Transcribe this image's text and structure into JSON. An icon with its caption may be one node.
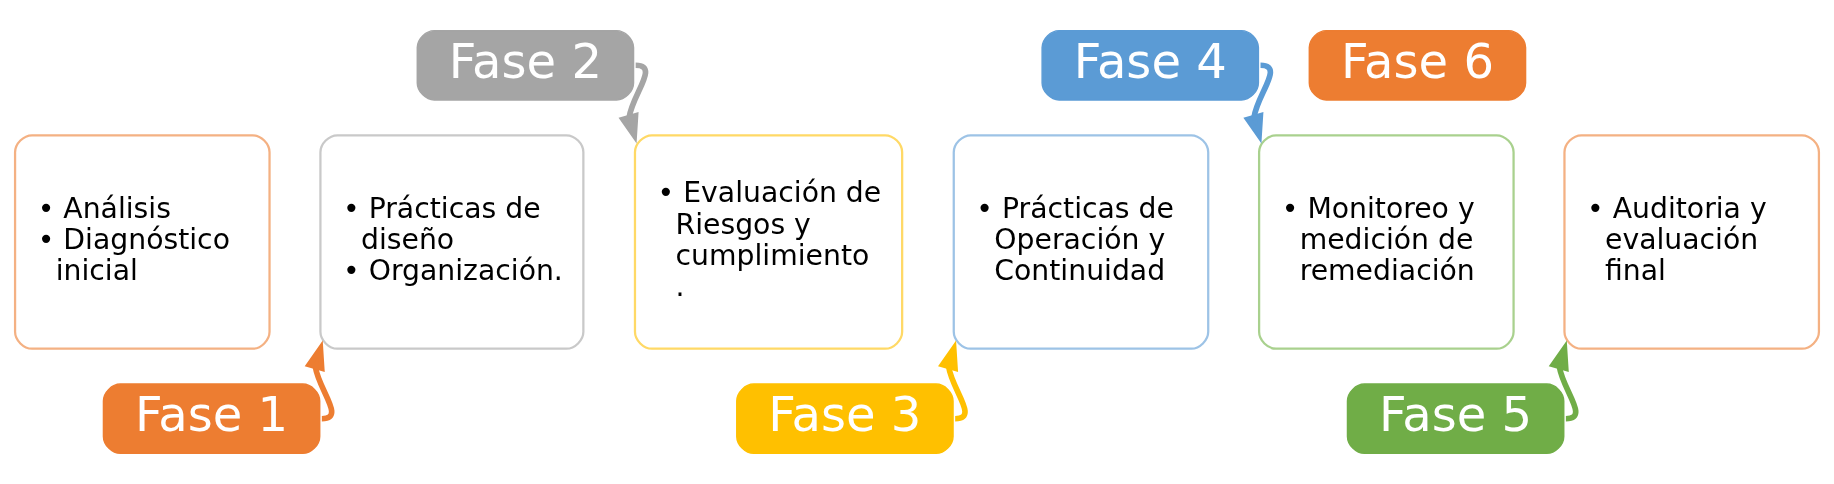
{
  "diagram": {
    "nodes": [
      {
        "text": [
          "• Análisis",
          "• Diagnóstico inicial"
        ]
      },
      {
        "text": [
          "Fase 1"
        ]
      },
      {
        "text": [
          "Fase 2"
        ]
      },
      {
        "text": [
          "• Prácticas de diseño",
          "• Organización."
        ]
      },
      {
        "text": [
          "• Evaluación de Riesgos y cumplimiento ."
        ]
      },
      {
        "text": [
          "Fase 3"
        ]
      },
      {
        "text": [
          "Fase 4"
        ]
      },
      {
        "text": [
          "• Prácticas de Operación y Continuidad"
        ]
      },
      {
        "text": [
          "• Monitoreo y medición de remediación"
        ]
      },
      {
        "text": [
          "Fase 5"
        ]
      },
      {
        "text": [
          "Fase 6"
        ]
      },
      {
        "text": [
          "• Auditoria y evaluación final"
        ]
      }
    ],
    "edges": [
      {
        "from": 1,
        "to": 3,
        "arrow": "to",
        "color": "#ed7d31"
      },
      {
        "from": 2,
        "to": 4,
        "arrow": "to",
        "color": "#a5a5a5"
      },
      {
        "from": 5,
        "to": 7,
        "arrow": "to",
        "color": "#ffc000"
      },
      {
        "from": 6,
        "to": 8,
        "arrow": "to",
        "color": "#5b9bd5"
      },
      {
        "from": 9,
        "to": 11,
        "arrow": "to",
        "color": "#70ad47"
      }
    ]
  }
}
